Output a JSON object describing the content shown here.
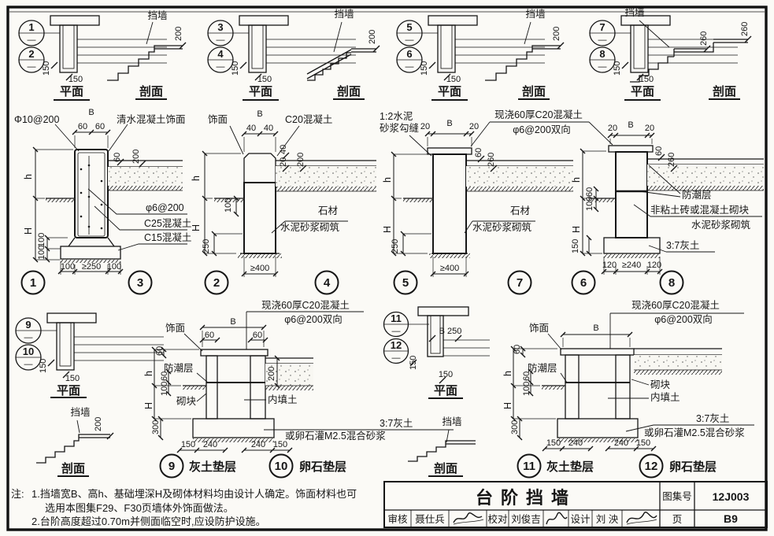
{
  "sheet": {
    "title": "台阶挡墙",
    "atlas_label": "图集号",
    "atlas_no": "12J003",
    "page_label": "页",
    "page_no": "B9",
    "review_label": "审核",
    "reviewer": "聂仕兵",
    "check_label": "校对",
    "checker": "刘俊吉",
    "design_label": "设计",
    "designer": "刘 泱"
  },
  "notes": {
    "prefix": "注:",
    "line1": "1.挡墙宽B、高h、基础埋深H及砌体材料均由设计人确定。饰面材料也可",
    "line2": "选用本图集F29、F30页墙体外饰面做法。",
    "line3": "2.台阶高度超过0.70m并侧面临空时,应设防护设施。"
  },
  "labels": {
    "plan": "平面",
    "section": "剖面",
    "wall": "挡墙",
    "dash": "—",
    "n1": "1",
    "n2": "2",
    "n3": "3",
    "n4": "4",
    "n5": "5",
    "n6": "6",
    "n7": "7",
    "n8": "8",
    "n9": "9",
    "n10": "10",
    "n11": "11",
    "n12": "12",
    "d20": "20",
    "d40": "40",
    "d60": "60",
    "d100": "100",
    "d120": "120",
    "d150": "150",
    "d200": "200",
    "d240": "240",
    "d250": "250",
    "d260": "260",
    "d300": "300",
    "ge240": "≥240",
    "ge250": "≥250",
    "ge400": "≥400",
    "B": "B",
    "B250": "B 250",
    "h": "h",
    "H": "H",
    "rebar10": "Φ10@200",
    "rebar6": "φ6@200",
    "fair_faced": "清水混凝土饰面",
    "finish": "饰面",
    "c25": "C25混凝土",
    "c20": "C20混凝土",
    "c15": "C15混凝土",
    "joint1": "1:2水泥",
    "joint2": "砂浆勾缝",
    "cast1": "现浇60厚C20混凝土",
    "cast2": "φ6@200双向",
    "stone": "石材",
    "mortar_laid": "水泥砂浆砌筑",
    "dpc": "防潮层",
    "nonclay": "非粘土砖或混凝土砌块",
    "lime": "3:7灰土",
    "pebble_grout": "或卵石灌M2.5混合砂浆",
    "block": "砌块",
    "infill": "内填土",
    "lime_cushion": "灰土垫层",
    "pebble_cushion": "卵石垫层"
  }
}
